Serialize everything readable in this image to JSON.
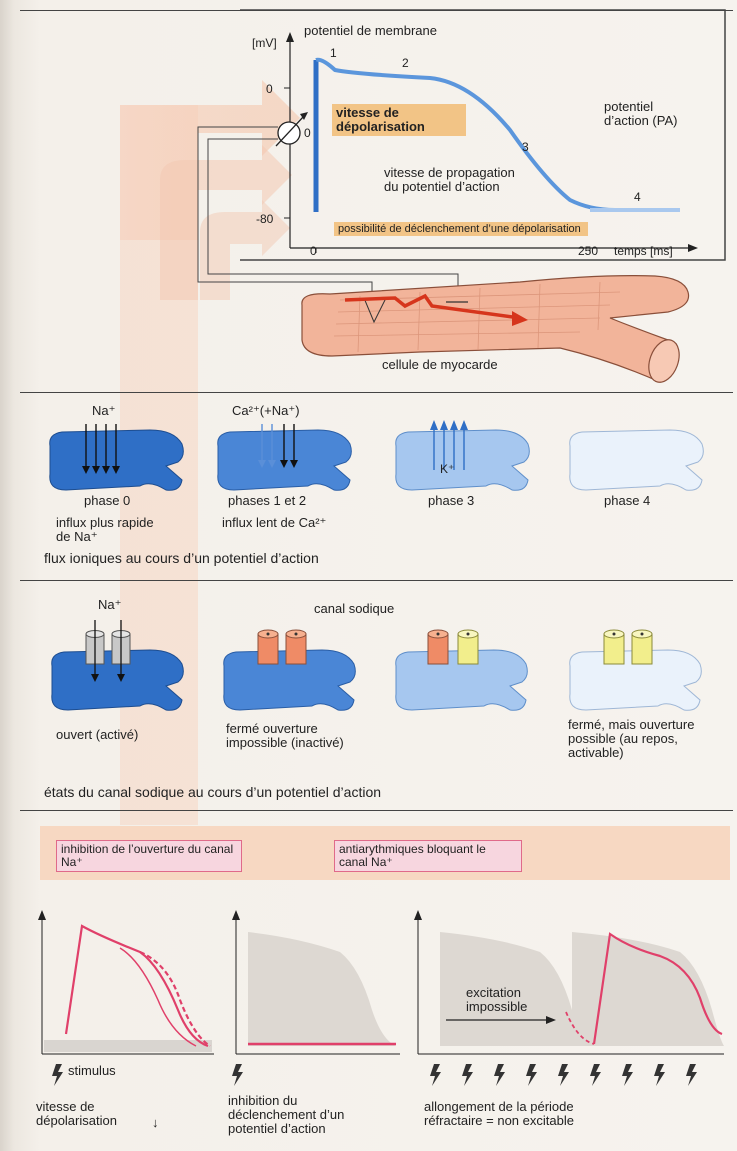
{
  "panel1": {
    "y_unit": "[mV]",
    "title": "potentiel de membrane",
    "y_tick_0": "0",
    "y_tick_80": "-80",
    "x_tick_0": "0",
    "x_tick_250": "250",
    "x_unit": "temps [ms]",
    "phase_labels": [
      "0",
      "1",
      "2",
      "3",
      "4"
    ],
    "highlight_vitesse": "vitesse de dépolarisation",
    "propagation": "vitesse de propagation du potentiel d’action",
    "pa_label": "potentiel d’action (PA)",
    "highlight_possibilite": "possibilité de déclenchement d’une dépolarisation",
    "cell_label": "cellule de myocarde"
  },
  "panel2": {
    "ion_na": "Na⁺",
    "ion_ca": "Ca²⁺(+Na⁺)",
    "ion_k": "K⁺",
    "phase0": "phase 0",
    "phase12": "phases 1 et 2",
    "phase3": "phase 3",
    "phase4": "phase 4",
    "influx_na": "influx plus rapide de Na⁺",
    "influx_ca": "influx lent de Ca²⁺",
    "caption": "flux ioniques au cours d’un potentiel d’action"
  },
  "panel3": {
    "ion_na": "Na⁺",
    "canal": "canal sodique",
    "open": "ouvert (activé)",
    "closed_inactive": "fermé ouverture impossible (inactivé)",
    "closed_rest": "fermé, mais ouverture possible (au repos, activable)",
    "caption": "états du canal sodique au cours d’un potentiel d’action"
  },
  "panel4": {
    "box1": "inhibition de l’ouverture du canal Na⁺",
    "box2": "antiarythmiques bloquant le canal Na⁺",
    "stimulus": "stimulus",
    "vitesse": "vitesse de dépolarisation",
    "down_arrow": "↓",
    "inhibition": "inhibition du déclenchement d’un potentiel d’action",
    "excitation": "excitation impossible",
    "allongement": "allongement de la période réfractaire = non excitable"
  },
  "colors": {
    "ap_blue": "#3f7fd0",
    "ap_light": "#a9c8ee",
    "highlight": "#f2c486",
    "tissue": "#f2b49a",
    "ap_red": "#e0406a",
    "channel_red": "#ef8b66",
    "channel_yellow": "#f2ee8c",
    "channel_gray": "#c8c8c8"
  }
}
